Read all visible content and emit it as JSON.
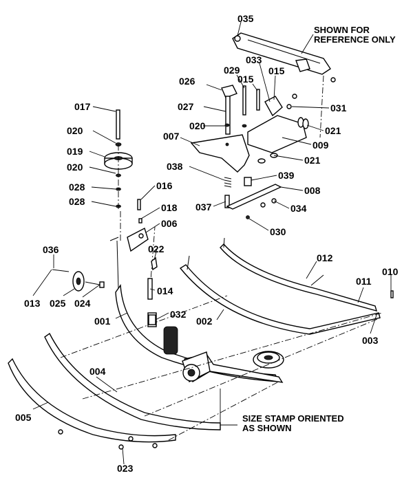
{
  "notes": {
    "reference_line1": "SHOWN FOR",
    "reference_line2": "REFERENCE ONLY",
    "stamp_line1": "SIZE STAMP ORIENTED",
    "stamp_line2": "AS SHOWN"
  },
  "callouts": {
    "c001": "001",
    "c002": "002",
    "c003": "003",
    "c004": "004",
    "c005": "005",
    "c006": "006",
    "c007": "007",
    "c008": "008",
    "c009": "009",
    "c010": "010",
    "c011": "011",
    "c012": "012",
    "c013": "013",
    "c014": "014",
    "c015a": "015",
    "c015b": "015",
    "c016": "016",
    "c017": "017",
    "c018": "018",
    "c019": "019",
    "c020a": "020",
    "c020b": "020",
    "c020c": "020",
    "c021a": "021",
    "c021b": "021",
    "c022": "022",
    "c023": "023",
    "c024": "024",
    "c025": "025",
    "c026": "026",
    "c027": "027",
    "c028a": "028",
    "c028b": "028",
    "c029": "029",
    "c030": "030",
    "c031": "031",
    "c032": "032",
    "c033": "033",
    "c034": "034",
    "c035": "035",
    "c036": "036",
    "c037": "037",
    "c038": "038",
    "c039": "039"
  }
}
